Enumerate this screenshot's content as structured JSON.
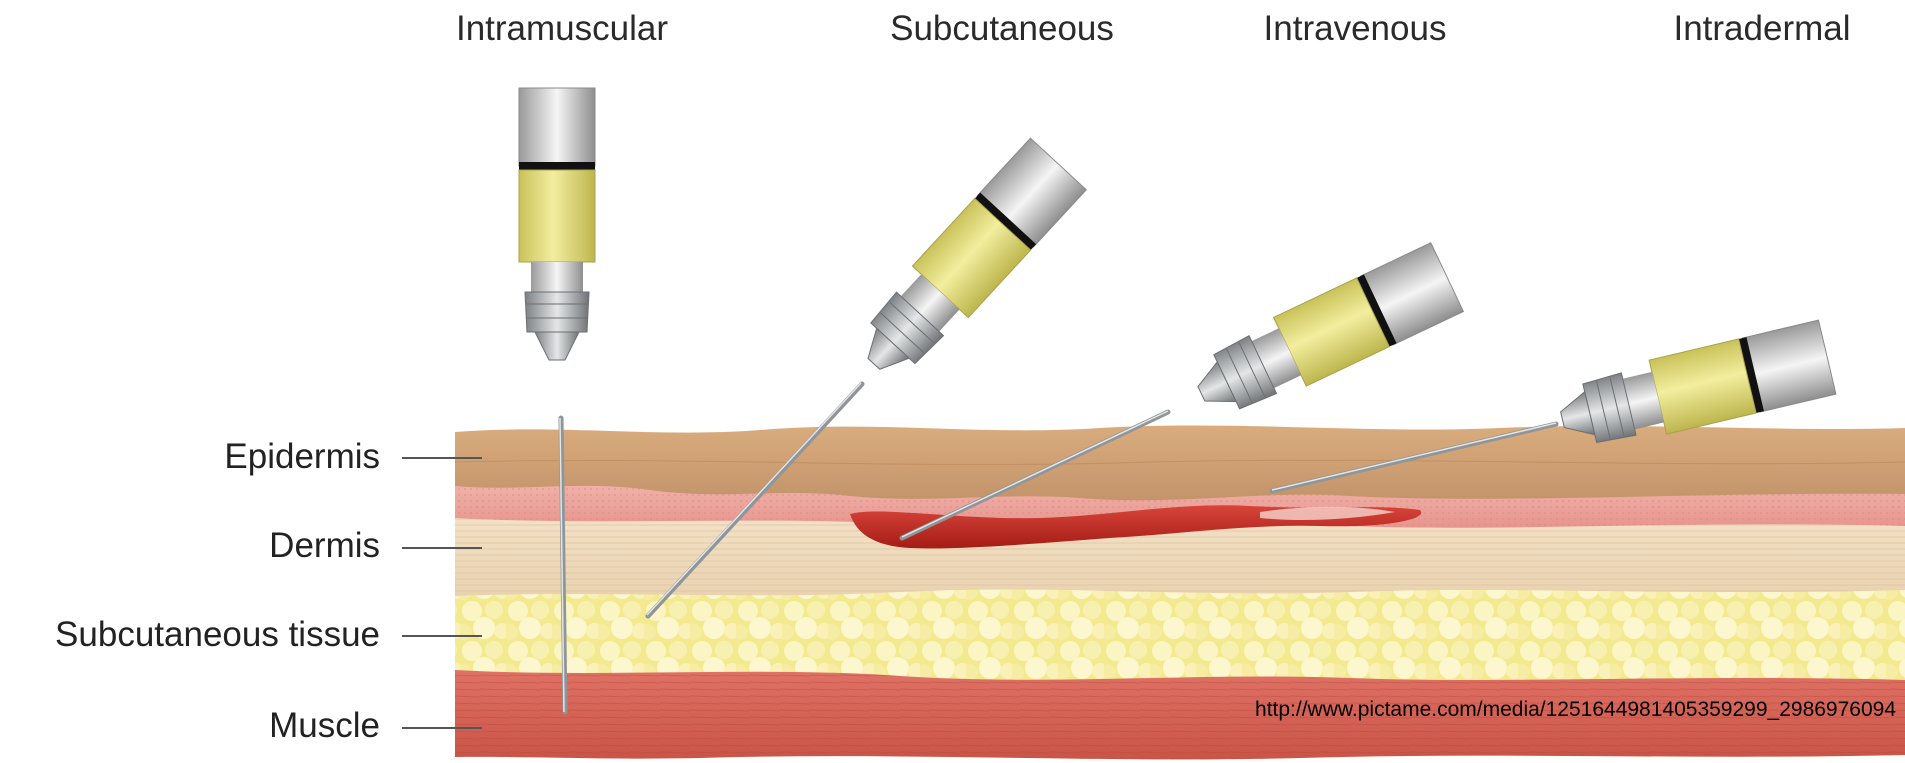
{
  "routes": [
    {
      "id": "intramuscular",
      "label": "Intramuscular"
    },
    {
      "id": "subcutaneous",
      "label": "Subcutaneous"
    },
    {
      "id": "intravenous",
      "label": "Intravenous"
    },
    {
      "id": "intradermal",
      "label": "Intradermal"
    }
  ],
  "layers": [
    {
      "id": "epidermis",
      "label": "Epidermis"
    },
    {
      "id": "dermis",
      "label": "Dermis"
    },
    {
      "id": "subcutaneous-tissue",
      "label": "Subcutaneous tissue"
    },
    {
      "id": "muscle",
      "label": "Muscle"
    }
  ],
  "watermark": "http://www.pictame.com/media/1251644981405359299_2986976094",
  "colors": {
    "epidermis": "#c99b6f",
    "dermis_upper": "#e8a39c",
    "dermis_lower": "#efdcc0",
    "fat": "#f2e88a",
    "muscle": "#d9665a",
    "vein": "#b8231c",
    "barrel_fluid": "#dfd97a",
    "needle": "#9ea3a6"
  }
}
